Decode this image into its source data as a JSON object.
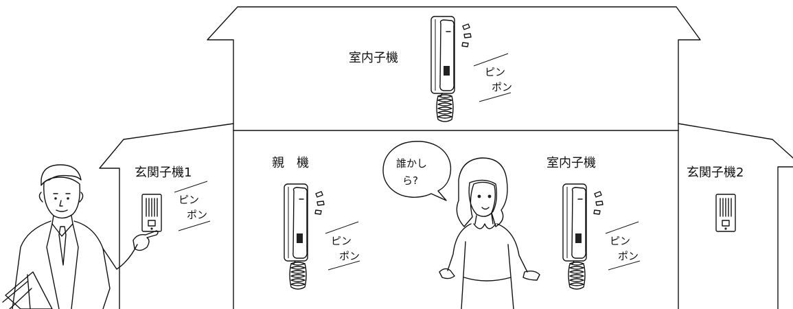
{
  "labels": {
    "upstairs_handset": "室内子機",
    "master_unit": "親　機",
    "downstairs_handset": "室内子機",
    "entrance_unit_1": "玄関子機1",
    "entrance_unit_2": "玄関子機2"
  },
  "speech_bubble": {
    "line1": "誰かし",
    "line2": "ら?"
  },
  "chime": {
    "line1": "ピン",
    "line2": "ポン"
  }
}
